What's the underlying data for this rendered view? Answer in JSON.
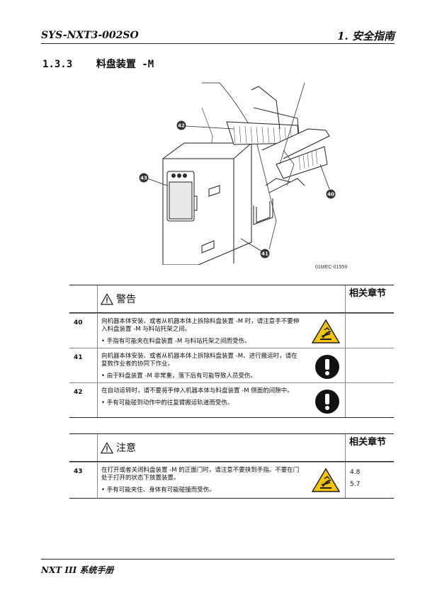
{
  "header": {
    "doc_id": "SYS-NXT3-002SO",
    "chapter": "1.  安全指南"
  },
  "section": {
    "number": "1.3.3",
    "title": "料盘装置 -M"
  },
  "figure": {
    "code": "01MEC-01559",
    "callouts": [
      "40",
      "41",
      "42",
      "43"
    ]
  },
  "warning_table": {
    "heading": "警告",
    "ref_header": "相关章节",
    "rows": [
      {
        "id": "40",
        "text": "向机器本体安装、或者从机器本体上拆除料盘装置 -M 时，请注意手不要伸入料盘装置 -M 与料站托架之间。",
        "bullet": "• 手指有可能夹在料盘装置 -M 与料站托架之间而受伤。",
        "symbol": "hand-pinch-icon",
        "refs": []
      },
      {
        "id": "41",
        "text": "向机器本体安装、或者从机器本体上拆除料盘装置 -M、进行搬运时，请在复数作业者的协同下作业。",
        "bullet": "• 由于料盘装置 -M 非常重，落下后有可能导致人员受伤。",
        "symbol": "mandatory-icon",
        "refs": []
      },
      {
        "id": "42",
        "text": "在自动运转时，请不要将手伸入机器本体与料盘装置 -M 侧面的间隙中。",
        "bullet": "• 手有可能碰到动作中的往复臂搬运轨道而受伤。",
        "symbol": "mandatory-icon",
        "refs": []
      }
    ]
  },
  "caution_table": {
    "heading": "注意",
    "ref_header": "相关章节",
    "rows": [
      {
        "id": "43",
        "text": "在打开或者关闭料盘装置 -M 的正面门时，请注意不要挟到手指。不要在门处于打开的状态下放置装置。",
        "bullet": "• 手有可能夹住、身体有可能碰撞而受伤。",
        "symbol": "hand-pinch-icon",
        "refs": [
          "4.8",
          "5.7"
        ]
      }
    ]
  },
  "footer": {
    "manual": "NXT III 系统手册"
  }
}
